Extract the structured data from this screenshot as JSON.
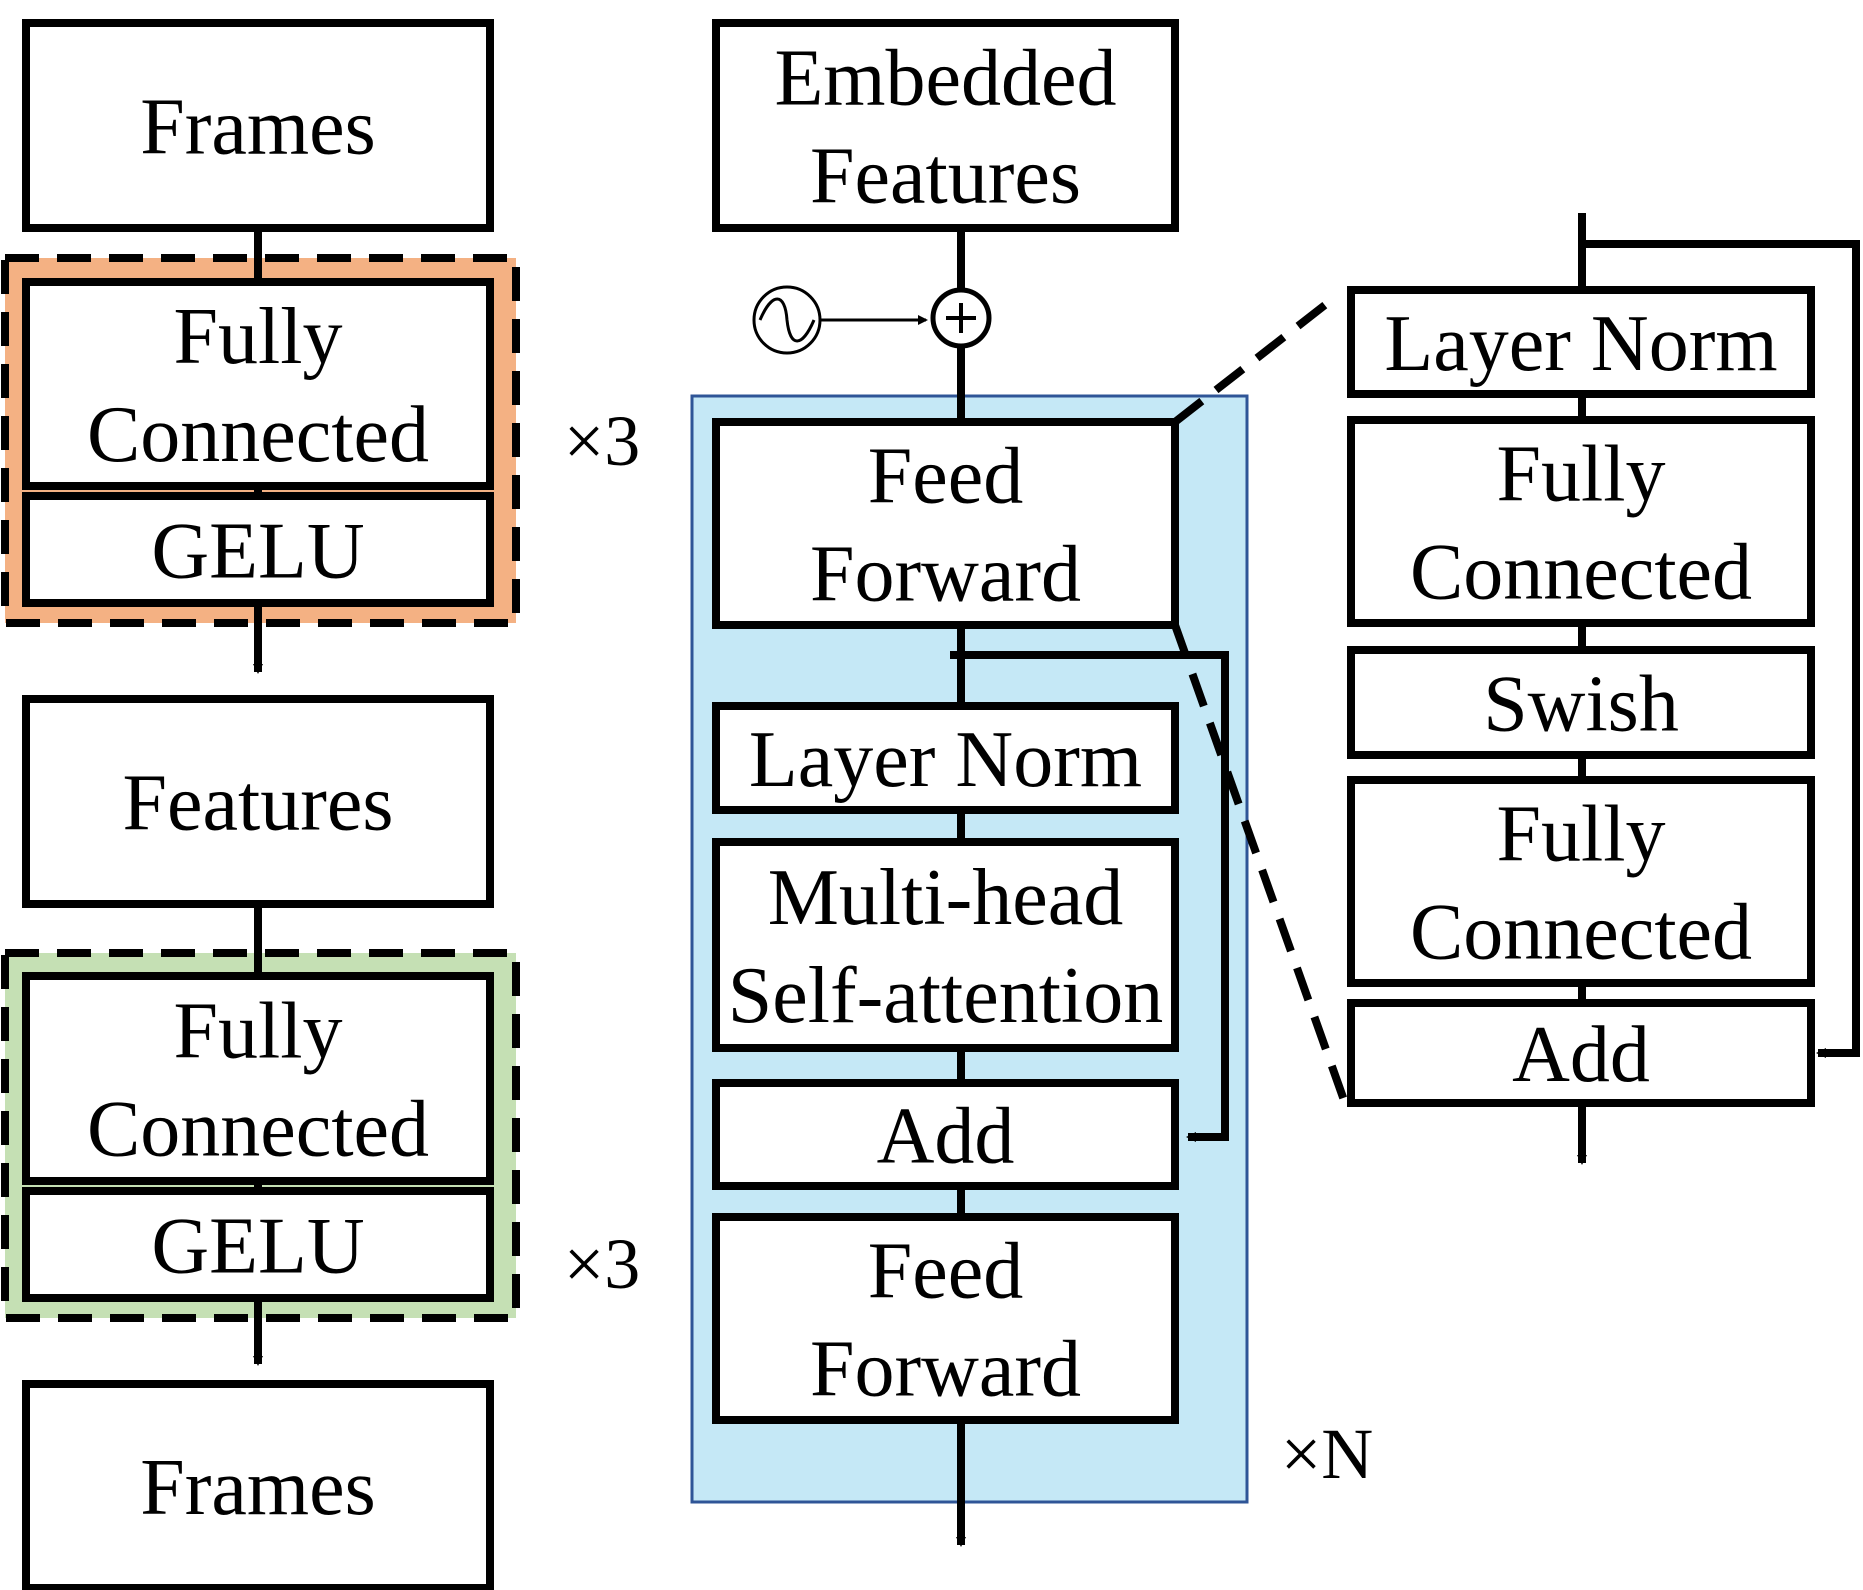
{
  "encoder": {
    "input_lines": [
      "Frames"
    ],
    "block_fc_lines": [
      "Fully",
      "Connected"
    ],
    "block_act_lines": [
      "GELU"
    ],
    "repeat": "×3",
    "output_lines": [
      "Features"
    ]
  },
  "decoder": {
    "block_fc_lines": [
      "Fully",
      "Connected"
    ],
    "block_act_lines": [
      "GELU"
    ],
    "repeat": "×3",
    "output_lines": [
      "Frames"
    ]
  },
  "transformer": {
    "input_lines": [
      "Embedded",
      "Features"
    ],
    "ff1_lines": [
      "Feed",
      "Forward"
    ],
    "norm_lines": [
      "Layer Norm"
    ],
    "mhsa_lines": [
      "Multi-head",
      "Self-attention"
    ],
    "add_lines": [
      "Add"
    ],
    "ff2_lines": [
      "Feed",
      "Forward"
    ],
    "repeat": "×N"
  },
  "feedforward_detail": {
    "norm_lines": [
      "Layer Norm"
    ],
    "fc1_lines": [
      "Fully",
      "Connected"
    ],
    "swish_lines": [
      "Swish"
    ],
    "fc2_lines": [
      "Fully",
      "Connected"
    ],
    "add_lines": [
      "Add"
    ]
  },
  "colors": {
    "encoder_fill": "#f4b183",
    "decoder_fill": "#c5e0b4",
    "transformer_fill": "#c5e8f6",
    "transformer_border": "#2f5597",
    "stroke": "#000000"
  }
}
